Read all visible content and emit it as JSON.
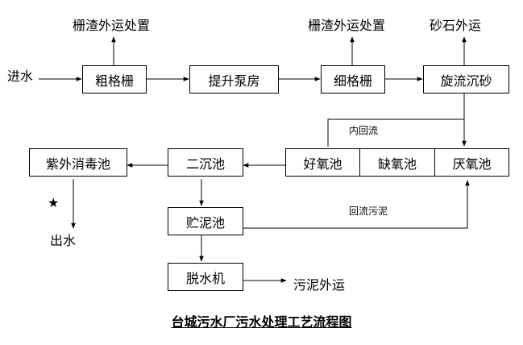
{
  "inlet": "进水",
  "nodes": {
    "coarse_screen": "粗格栅",
    "lift_pump": "提升泵房",
    "fine_screen": "细格栅",
    "grit_chamber": "旋流沉砂",
    "uv": "紫外消毒池",
    "secondary_clarifier": "二沉池",
    "aerobic": "好氧池",
    "anoxic": "缺氧池",
    "anaerobic": "厌氧池",
    "sludge_tank": "贮泥池",
    "dewatering": "脱水机"
  },
  "outputs": {
    "screenings_1": "栅渣外运处置",
    "screenings_2": "栅渣外运处置",
    "grit": "砂石外运",
    "effluent": "出水",
    "sludge": "污泥外运"
  },
  "flows": {
    "internal_recycle": "内回流",
    "sludge_return": "回流污泥"
  },
  "marker": "★",
  "caption": "台城污水厂污水处理工艺流程图"
}
